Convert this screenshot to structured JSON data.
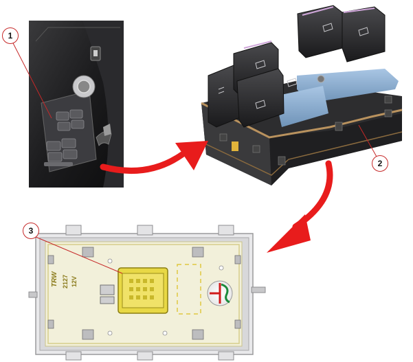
{
  "callouts": [
    {
      "id": "callout-1",
      "label": "1"
    },
    {
      "id": "callout-2",
      "label": "2"
    },
    {
      "id": "callout-3",
      "label": "3"
    }
  ],
  "pcb_markings": {
    "brand": "TRW",
    "code": "2127",
    "voltage": "12V"
  },
  "colors": {
    "callout_line": "#c62828",
    "arrow": "#e81c1c",
    "switch_body": "#2e2e30",
    "switch_blue": "#8fb2d6",
    "frame_tan": "#b9925e",
    "pcb_board": "#f1efda",
    "connector_yellow": "#e8d845"
  },
  "icons": [
    "door-panel-photo",
    "window-switch-module",
    "connector",
    "alfa-romeo-logo",
    "curved-arrow"
  ]
}
